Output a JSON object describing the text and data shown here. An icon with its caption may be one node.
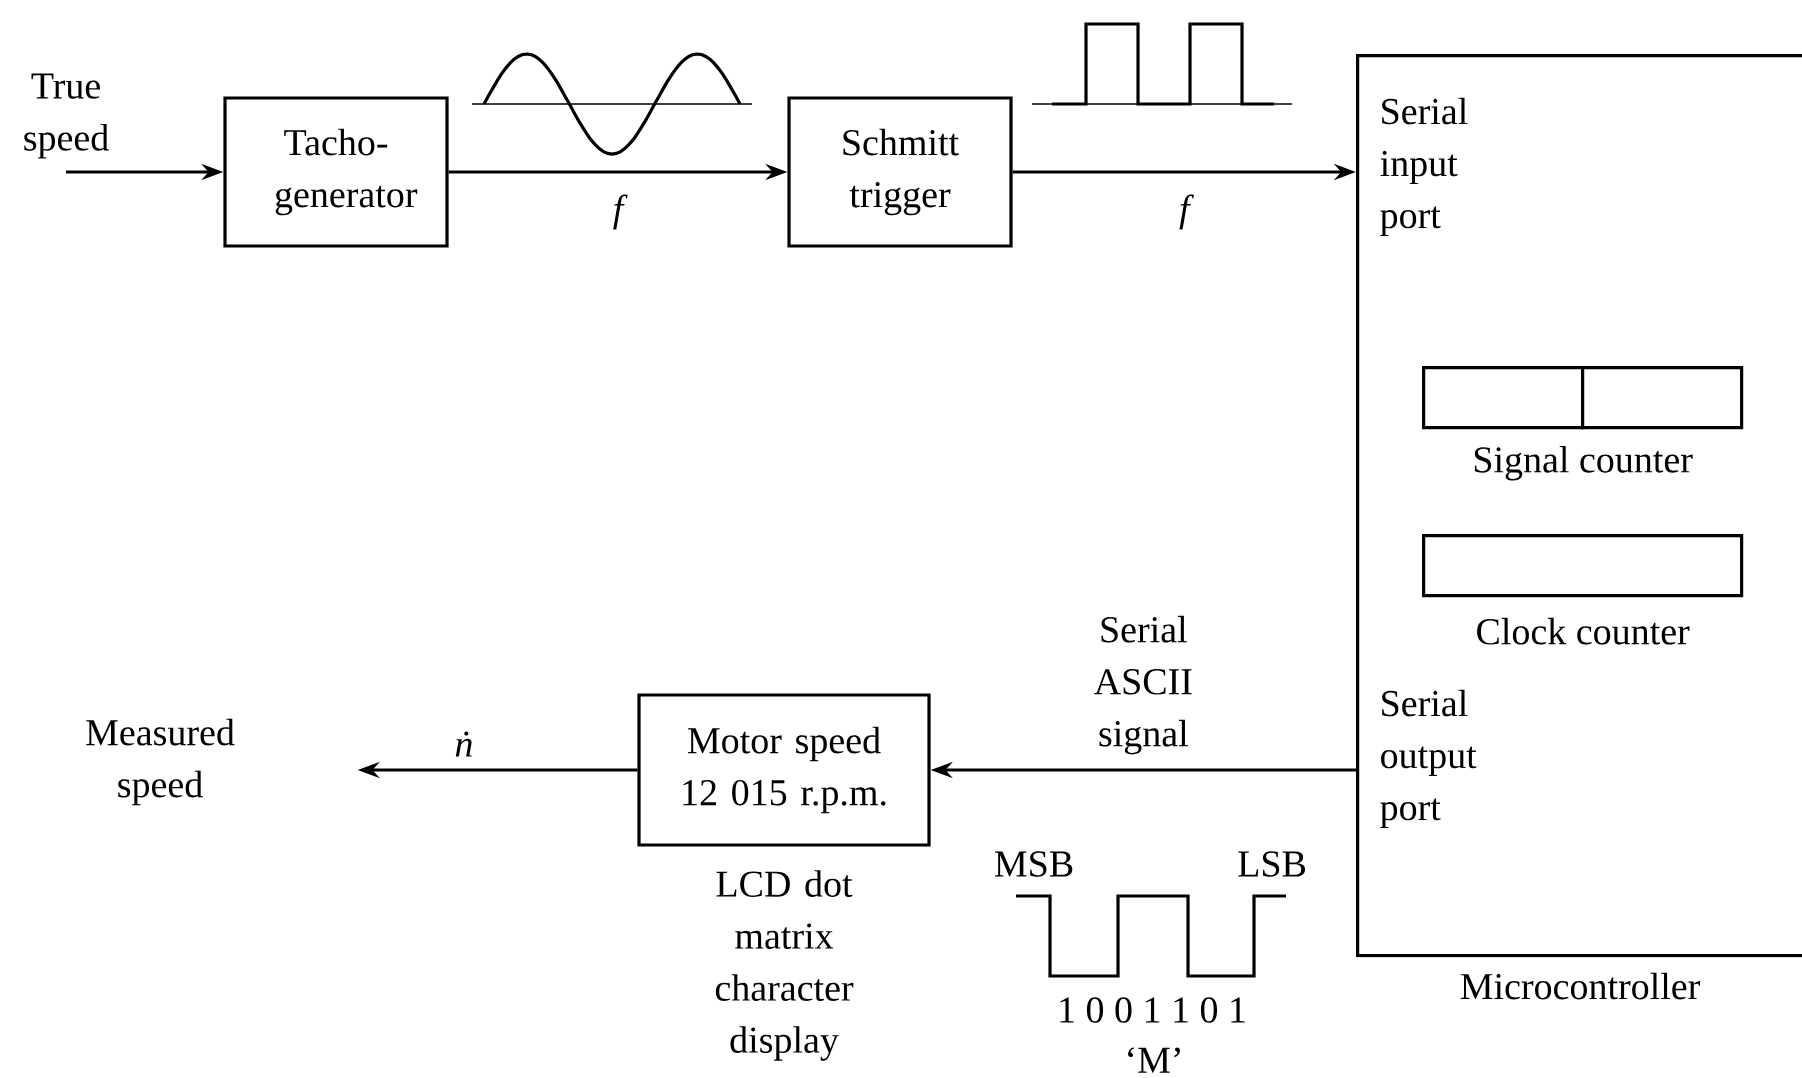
{
  "diagram": {
    "nodes": [
      {
        "text": [
          "True speed"
        ]
      },
      {
        "text": [
          "Tacho-generator"
        ]
      },
      {
        "text": [
          "Schmitt trigger"
        ]
      },
      {
        "text": [
          "Serial input port",
          "Serial output port",
          "Microcontroller"
        ]
      },
      {
        "text": [
          "Signal counter"
        ],
        "in": 3
      },
      {
        "text": [
          "Clock counter"
        ],
        "in": 3
      },
      {
        "text": [
          "Motor speed 12 015 r.p.m."
        ],
        "beside": [
          "LCD dot matrix character display"
        ]
      },
      {
        "text": [
          "Measured speed"
        ]
      }
    ],
    "edges": [
      {
        "from": 0,
        "to": 1,
        "arrow": "to"
      },
      {
        "from": 1,
        "to": 2,
        "arrow": "to",
        "label": "f"
      },
      {
        "from": 2,
        "to": 3,
        "arrow": "to",
        "label": "f"
      },
      {
        "from": 3,
        "to": 6,
        "arrow": "to",
        "label": "Serial ASCII signal"
      },
      {
        "from": 6,
        "to": 7,
        "arrow": "to",
        "label": "ṅ"
      }
    ],
    "labels": [
      "MSB",
      "LSB",
      "1 0 0 1 1 0 1",
      "‘M’"
    ]
  }
}
